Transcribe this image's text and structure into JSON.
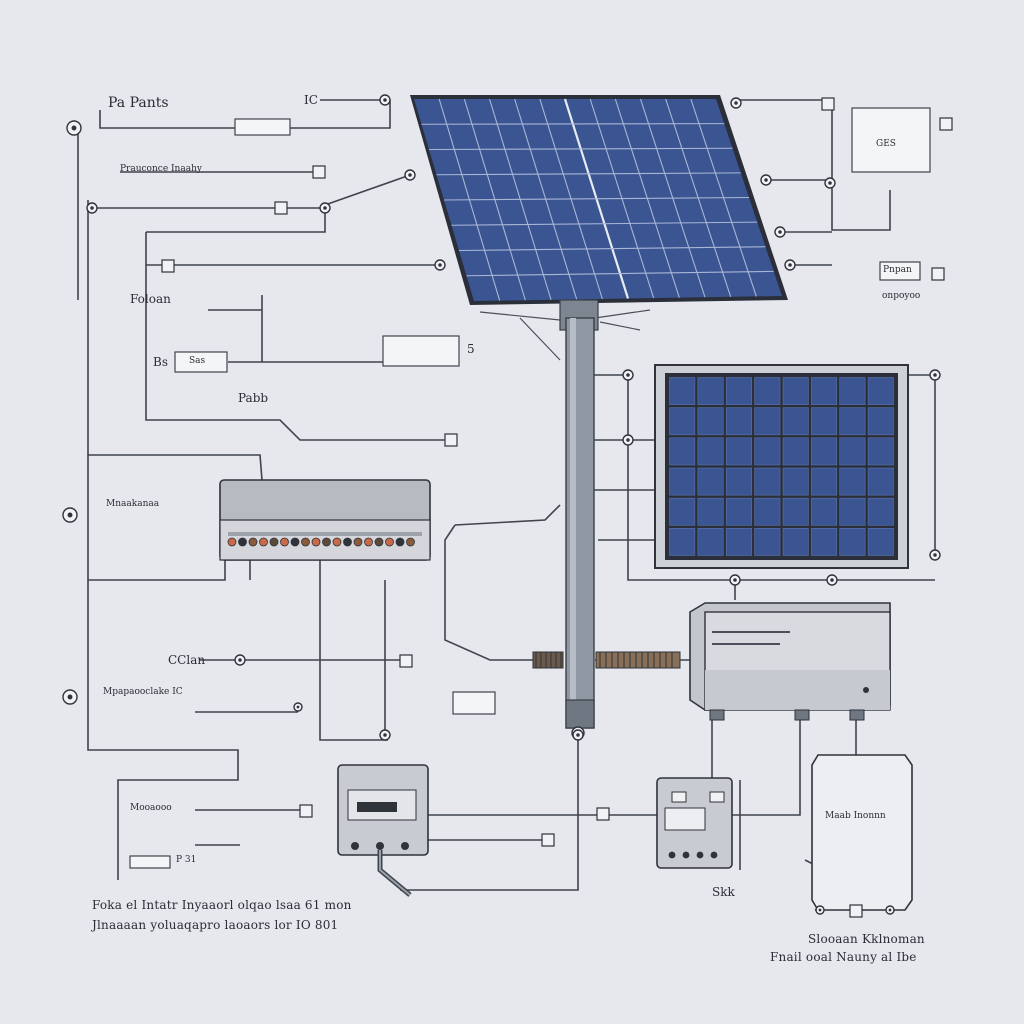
{
  "colors": {
    "background": "#e6e8ee",
    "wire": "#3f444d",
    "panel_cell": "#3b5592",
    "panel_frame": "#2a2f3a",
    "box_body": "#d4d6db",
    "box_top": "#b7bac1",
    "pole": "#8f97a3",
    "accent_terminal": "#c86a4a"
  },
  "labels": {
    "top_left_title": "Pa Pants",
    "top_ic": "IC",
    "top_left_block": "Prauconce Inaahy",
    "mid_left_title": "Foloan",
    "mid_left_bs": "Bs",
    "mid_left_box": "Sas",
    "mid_pa": "Pabb",
    "mid_tag": "5",
    "combiner_label": "Mnaakanaa",
    "cclan": "CClan",
    "left_block_lower": "Mpapaooclake IC",
    "left_block_bottom": "Mooaooo",
    "left_p": "P 31",
    "right_top_box": "GES",
    "right_mid": "Pnpan",
    "right_mid_sub": "onpoyoo",
    "right_bottom_box": "Maab Inonnn",
    "right_small": "Skk",
    "caption_left_line1": "Foka el Intatr Inyaaorl olqao lsaa 61 mon",
    "caption_left_line2": "Jlnaaaan yoluaqapro laoaors lor IO 801",
    "caption_right_line1": "Slooaan Kklnoman",
    "caption_right_line2": "Fnail ooal Nauny al Ibe"
  },
  "icons": [
    "solar-panel-main-icon",
    "solar-panel-secondary-icon",
    "pole-icon",
    "combiner-box-icon",
    "inverter-box-icon",
    "meter-box-icon",
    "controller-box-icon",
    "battery-enclosure-icon",
    "connector-node-icon"
  ]
}
